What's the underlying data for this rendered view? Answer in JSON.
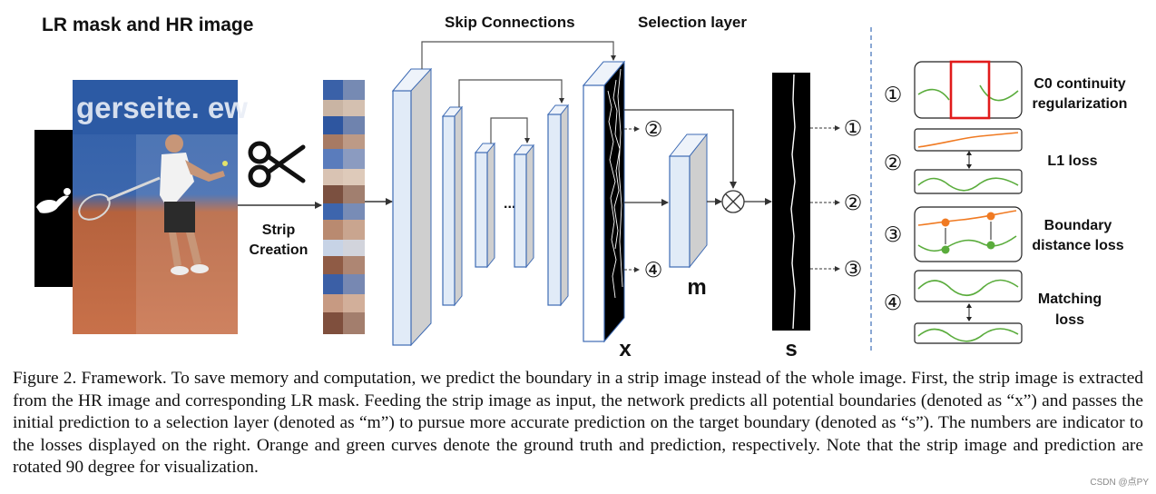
{
  "figure": {
    "title_lr_hr": "LR mask and HR image",
    "photo_text": "gerseite. ew",
    "skip_connections_label": "Skip Connections",
    "selection_layer_label": "Selection layer",
    "strip_creation_line1": "Strip",
    "strip_creation_line2": "Creation",
    "ellipsis": "...",
    "label_x": "x",
    "label_m": "m",
    "label_s": "s",
    "markers": [
      "①",
      "②",
      "③",
      "④"
    ],
    "loss_c0_line1": "C0 continuity",
    "loss_c0_line2": "regularization",
    "loss_l1": "L1 loss",
    "loss_boundary_line1": "Boundary",
    "loss_boundary_line2": "distance loss",
    "loss_matching_line1": "Matching",
    "loss_matching_line2": "loss",
    "colors": {
      "ground_truth": "#f07a22",
      "prediction": "#5aac3c",
      "highlight_box": "#e11b1b",
      "block_fill": "#dfe9f5",
      "block_side": "#c9c9c9",
      "divider": "#3d6fb8"
    }
  },
  "caption": {
    "text": "Figure 2. Framework. To save memory and computation, we predict the boundary in a strip image instead of the whole image. First, the strip image is extracted from the HR image and corresponding LR mask. Feeding the strip image as input, the network predicts all potential boundaries (denoted as “x”) and passes the initial prediction to a selection layer (denoted as “m”) to pursue more accurate prediction on the target boundary (denoted as “s”). The numbers are indicator to the losses displayed on the right. Orange and green curves denote the ground truth and prediction, respectively. Note that the strip image and prediction are rotated 90 degree for visualization."
  },
  "watermark": "CSDN @点PY"
}
